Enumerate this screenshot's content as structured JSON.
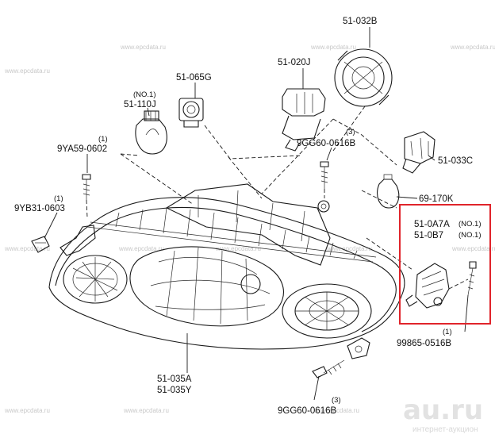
{
  "watermarks": [
    "www.epcdata.ru",
    "www.epcdata.ru",
    "www.epcdata.ru",
    "www.epcdata.ru",
    "www.epcdata.ru",
    "www.epcdata.ru",
    "www.epcdata.ru",
    "www.epcdata.ru",
    "www.epcdata.ru",
    "www.epcdata.ru",
    "www.epcdata.ru",
    "www.epcdata.ru"
  ],
  "brand": {
    "logo": "au.ru",
    "subtitle": "интернет-аукцион"
  },
  "labels": {
    "p51_032B": "51-032B",
    "p51_020J": "51-020J",
    "p51_065G": "51-065G",
    "no1_a": "(NO.1)",
    "p51_110J": "51-110J",
    "q9YA59": "(1)",
    "p9YA59": "9YA59-0602",
    "q9GG60_top": "(3)",
    "p9GG60_top": "9GG60-0616B",
    "p51_033C": "51-033C",
    "q9YB31": "(1)",
    "p9YB31": "9YB31-0603",
    "p69_170K": "69-170K",
    "p51_0A7A": "51-0A7A",
    "no1_b": "(NO.1)",
    "p51_0B7": "51-0B7",
    "no1_c": "(NO.1)",
    "q99865": "(1)",
    "p99865": "99865-0516B",
    "p51_035A": "51-035A",
    "p51_035Y": "51-035Y",
    "q9GG60_bot": "(3)",
    "p9GG60_bot": "9GG60-0616B"
  },
  "colors": {
    "highlight": "#e0242b",
    "line": "#1a1a1a"
  }
}
